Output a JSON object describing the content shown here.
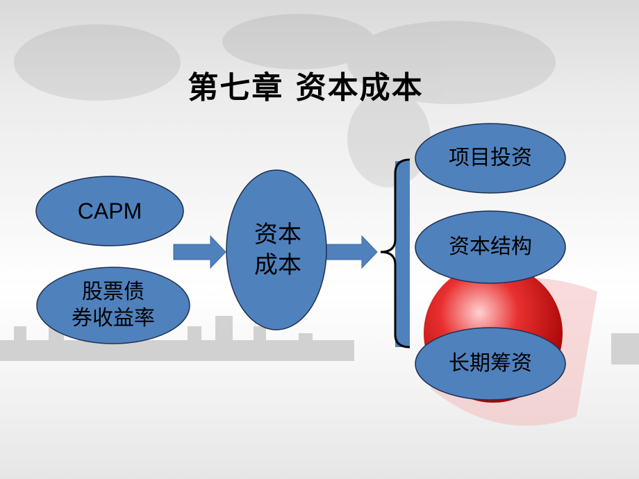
{
  "title": "第七章  资本成本",
  "inputs": {
    "capm": "CAPM",
    "bond_line1": "股票债",
    "bond_line2": "券收益率"
  },
  "center": {
    "line1": "资本",
    "line2": "成本"
  },
  "outputs": [
    "项目投资",
    "资本结构",
    "长期筹资"
  ],
  "colors": {
    "node_fill": "#4f81bd",
    "node_stroke": "#1f3050",
    "globe": "#e02020"
  }
}
